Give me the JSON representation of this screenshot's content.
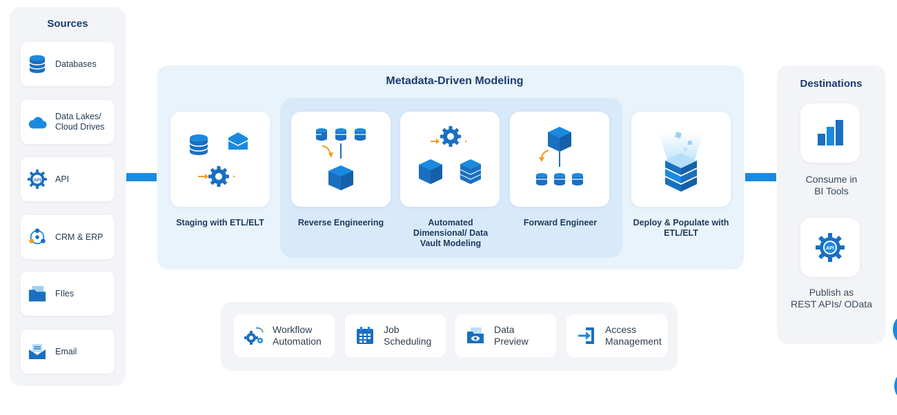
{
  "sources": {
    "title": "Sources",
    "items": [
      {
        "label": "Databases",
        "icon": "database-icon"
      },
      {
        "label": "Data Lakes/\nCloud Drives",
        "icon": "cloud-icon"
      },
      {
        "label": "API",
        "icon": "api-gear-icon"
      },
      {
        "label": "CRM & ERP",
        "icon": "crm-network-icon"
      },
      {
        "label": "FIles",
        "icon": "folder-icon"
      },
      {
        "label": "Email",
        "icon": "email-icon"
      }
    ]
  },
  "modeling": {
    "title": "Metadata-Driven Modeling",
    "steps": [
      {
        "label": "Staging with ETL/ELT",
        "icon": "staging-icon"
      },
      {
        "label": "Reverse Engineering",
        "icon": "reverse-engineering-icon"
      },
      {
        "label": "Automated\nDimensional/ Data\nVault Modeling",
        "icon": "automated-modeling-icon"
      },
      {
        "label": "Forward Engineer",
        "icon": "forward-engineer-icon"
      },
      {
        "label": "Deploy & Populate with\nETL/ELT",
        "icon": "deploy-icon"
      }
    ]
  },
  "destinations": {
    "title": "Destinations",
    "items": [
      {
        "label": "Consume in\nBI Tools",
        "icon": "bar-chart-icon"
      },
      {
        "label": "Publish as\nREST APIs/ OData",
        "icon": "api-gear-icon"
      }
    ]
  },
  "features": [
    {
      "label": "Workflow\nAutomation",
      "icon": "workflow-gears-icon"
    },
    {
      "label": "Job\nScheduling",
      "icon": "calendar-icon"
    },
    {
      "label": "Data\nPreview",
      "icon": "data-preview-icon"
    },
    {
      "label": "Access\nManagement",
      "icon": "access-login-icon"
    }
  ],
  "colors": {
    "accent": "#1a8ae0",
    "dark_blue": "#1a5fa8",
    "orange": "#f39a1e",
    "title": "#1a3c6e"
  }
}
